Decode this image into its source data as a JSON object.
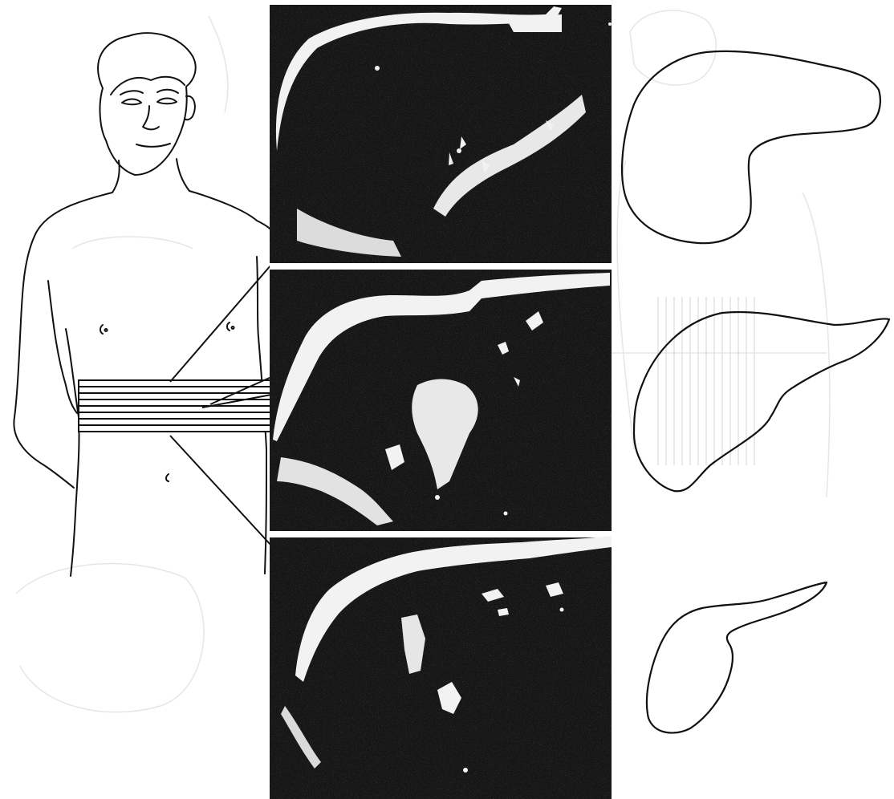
{
  "figure": {
    "panels": [
      {
        "id": "upper",
        "scan": "ultrasound-section-upper",
        "outline": "liver-outline-upper"
      },
      {
        "id": "middle",
        "scan": "ultrasound-section-middle",
        "outline": "liver-outline-middle"
      },
      {
        "id": "lower",
        "scan": "ultrasound-section-lower",
        "outline": "liver-outline-lower"
      }
    ],
    "scan_lines_count": 8,
    "colors": {
      "background": "#ffffff",
      "line_art": "#111111",
      "ghost_lines": "#e6e6e6",
      "scan_background": "#161616",
      "scan_echo": "#f2f2f2"
    }
  }
}
